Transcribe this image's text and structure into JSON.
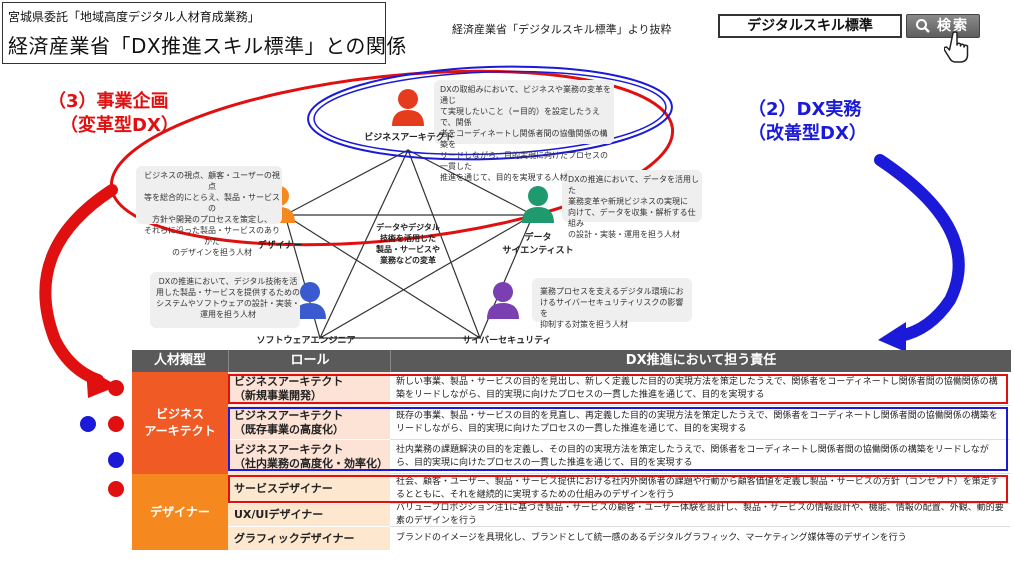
{
  "header": {
    "subtitle": "宮城県委託「地域高度デジタル人材育成業務」",
    "title": "経済産業省「DX推進スキル標準」との関係",
    "excerpt_note": "経済産業省「デジタルスキル標準」より抜粋",
    "search_value": "デジタルスキル標準",
    "search_button": "検索"
  },
  "annotations": {
    "red_label_line1": "（3）事業企画",
    "red_label_line2": "（変革型DX）",
    "blue_label_line1": "（2）DX実務",
    "blue_label_line2": "（改善型DX）"
  },
  "diagram": {
    "center": [
      "データやデジタル",
      "技術を活用した",
      "製品・サービスや",
      "業務などの変革"
    ],
    "roles": {
      "business_architect": {
        "name": "ビジネスアーキテクト",
        "desc": [
          "DXの取組みにおいて、ビジネスや業務の変革を通じ",
          "て実現したいこと（＝目的）を設定したうえで、関係",
          "者をコーディネートし関係者間の協働関係の構築を",
          "リードしながら、目的実現に向けたプロセスの一貫した",
          "推進を通じて、目的を実現する人材"
        ],
        "color": "#e63c1e"
      },
      "designer": {
        "name": "デザイナー",
        "desc": [
          "ビジネスの視点、顧客・ユーザーの視点",
          "等を総合的にとらえ、製品・サービスの",
          "方針や開発のプロセスを策定し、",
          "それらに沿った製品・サービスのありかた",
          "のデザインを担う人材"
        ],
        "color": "#f5891f"
      },
      "data_scientist": {
        "name_line1": "データ",
        "name_line2": "サイエンティスト",
        "desc": [
          "DXの推進において、データを活用した",
          "業務変革や新規ビジネスの実現に",
          "向けて、データを収集・解析する仕組み",
          "の設計・実装・運用を担う人材"
        ],
        "color": "#1f9a6e"
      },
      "software_engineer": {
        "name": "ソフトウェアエンジニア",
        "desc": [
          "DXの推進において、デジタル技術を活",
          "用した製品・サービスを提供するための",
          "システムやソフトウェアの設計・実装・",
          "運用を担う人材"
        ],
        "color": "#3a5bd0"
      },
      "cyber_security": {
        "name": "サイバーセキュリティ",
        "desc": [
          "業務プロセスを支えるデジタル環境にお",
          "けるサイバーセキュリティリスクの影響を",
          "抑制する対策を担う人材"
        ],
        "color": "#7a3fb0"
      }
    }
  },
  "table": {
    "headers": [
      "人材類型",
      "ロール",
      "DX推進において担う責任"
    ],
    "categories": {
      "business_architect": [
        "ビジネス",
        "アーキテクト"
      ],
      "designer": "デザイナー"
    },
    "rows": [
      {
        "role": "ビジネスアーキテクト",
        "sub": "（新規事業開発）",
        "resp": "新しい事業、製品・サービスの目的を見出し、新しく定義した目的の実現方法を策定したうえで、関係者をコーディネートし関係者間の協働関係の構築をリードしながら、目的実現に向けたプロセスの一貫した推進を通じて、目的を実現する"
      },
      {
        "role": "ビジネスアーキテクト",
        "sub": "（既存事業の高度化）",
        "resp": "既存の事業、製品・サービスの目的を見直し、再定義した目的の実現方法を策定したうえで、関係者をコーディネートし関係者間の協働関係の構築をリードしながら、目的実現に向けたプロセスの一貫した推進を通じて、目的を実現する"
      },
      {
        "role": "ビジネスアーキテクト",
        "sub": "（社内業務の高度化・効率化）",
        "resp": "社内業務の課題解決の目的を定義し、その目的の実現方法を策定したうえで、関係者をコーディネートし関係者間の協働関係の構築をリードしながら、目的実現に向けたプロセスの一貫した推進を通じて、目的を実現する"
      },
      {
        "role": "サービスデザイナー",
        "sub": "",
        "resp": "社会、顧客・ユーザー、製品・サービス提供における社内外関係者の課題や行動から顧客価値を定義し製品・サービスの方針（コンセプト）を策定するとともに、それを継続的に実現するための仕組みのデザインを行う"
      },
      {
        "role": "UX/UIデザイナー",
        "sub": "",
        "resp": "バリュープロポジション注1に基づき製品・サービスの顧客・ユーザー体験を設計し、製品・サービスの情報設計や、機能、情報の配置、外観、動的要素のデザインを行う"
      },
      {
        "role": "グラフィックデザイナー",
        "sub": "",
        "resp": "ブランドのイメージを具現化し、ブランドとして統一感のあるデジタルグラフィック、マーケティング媒体等のデザインを行う"
      }
    ]
  },
  "colors": {
    "red": "#e01010",
    "blue": "#1a1ad8",
    "cat_business": "#f05a24",
    "cat_designer": "#f5891f",
    "row_pink": "#fde3d6",
    "row_orange": "#fde8cf"
  }
}
